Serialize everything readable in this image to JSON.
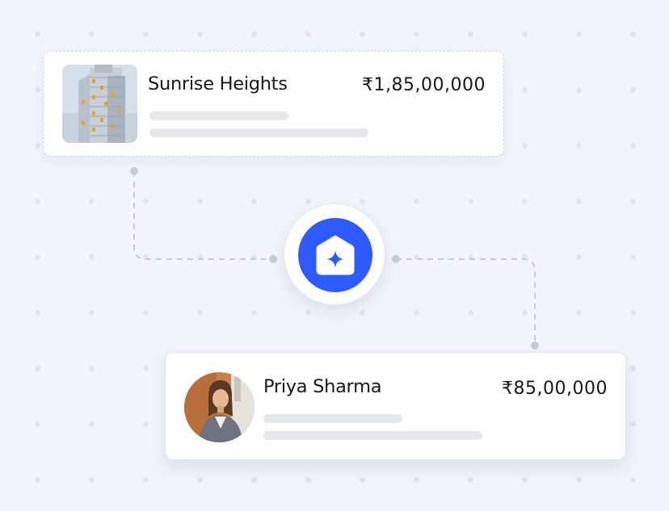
{
  "property_card": {
    "name": "Sunrise Heights",
    "price": "₹1,85,00,000"
  },
  "buyer_card": {
    "name": "Priya Sharma",
    "price": "₹85,00,000"
  },
  "colors": {
    "brand": "#2e5bff",
    "connector": "#c9ccd6",
    "background": "#f3f5fb"
  },
  "icons": {
    "hub": "home-sparkle-logo-icon",
    "property_photo": "building-photo",
    "buyer_photo": "person-avatar-photo"
  }
}
